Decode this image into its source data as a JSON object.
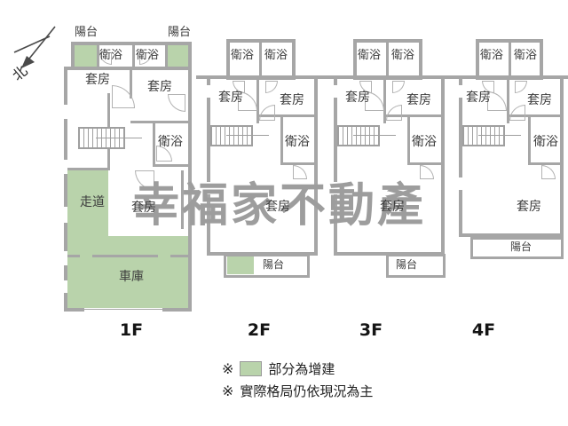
{
  "compass": {
    "north_label": "北"
  },
  "watermark": {
    "text": "幸福家不動產"
  },
  "floors": [
    {
      "label": "1F",
      "rooms": {
        "balcony_left": "陽台",
        "balcony_right": "陽台",
        "bath_top_left": "衛浴",
        "bath_top_right": "衛浴",
        "suite_left": "套房",
        "suite_right": "套房",
        "bath_mid": "衛浴",
        "corridor": "走道",
        "suite_bottom": "套房",
        "garage": "車庫"
      }
    },
    {
      "label": "2F",
      "rooms": {
        "bath_top_left": "衛浴",
        "bath_top_right": "衛浴",
        "suite_left": "套房",
        "suite_right": "套房",
        "bath_mid": "衛浴",
        "suite_bottom": "套房",
        "balcony_bottom": "陽台"
      }
    },
    {
      "label": "3F",
      "rooms": {
        "bath_top_left": "衛浴",
        "bath_top_right": "衛浴",
        "suite_left": "套房",
        "suite_right": "套房",
        "bath_mid": "衛浴",
        "suite_bottom": "套房",
        "balcony_bottom": "陽台"
      }
    },
    {
      "label": "4F",
      "rooms": {
        "bath_top_left": "衛浴",
        "bath_top_right": "衛浴",
        "suite_left": "套房",
        "suite_right": "套房",
        "bath_mid": "衛浴",
        "suite_bottom": "套房",
        "balcony_bottom": "陽台"
      }
    }
  ],
  "legend": {
    "bullet1": "※",
    "line1_text": "部分為增建",
    "bullet2": "※",
    "line2_text": "實際格局仍依現況為主"
  },
  "colors": {
    "addition_green": "#b9d3ab",
    "wall_gray": "#a6a6a6",
    "watermark_gray": "#9d9d9d"
  }
}
